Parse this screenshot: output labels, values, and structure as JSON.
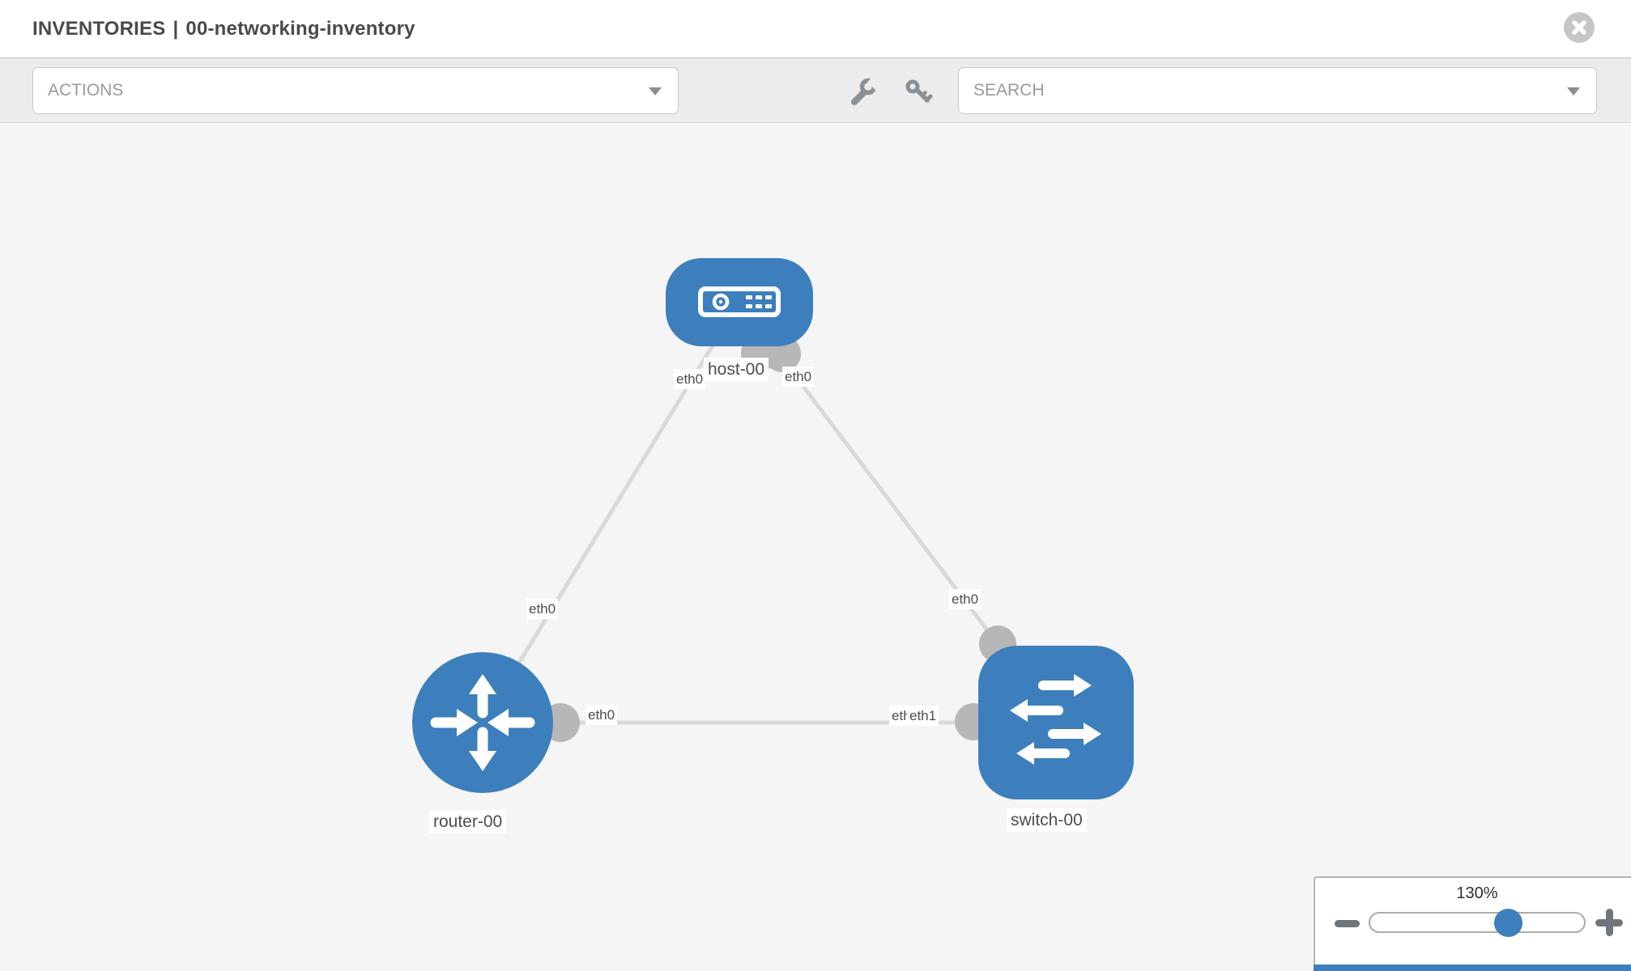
{
  "header": {
    "section": "INVENTORIES",
    "separator": "|",
    "inventory_name": "00-networking-inventory"
  },
  "toolbar": {
    "actions_label": "ACTIONS",
    "search_label": "SEARCH",
    "icons": [
      "wrench-icon",
      "key-icon"
    ]
  },
  "graph": {
    "nodes": [
      {
        "id": "host-00",
        "type": "host",
        "label": "host-00"
      },
      {
        "id": "router-00",
        "type": "router",
        "label": "router-00"
      },
      {
        "id": "switch-00",
        "type": "switch",
        "label": "switch-00"
      }
    ],
    "links": [
      {
        "source": "host-00",
        "target": "router-00",
        "source_interface": "eth0",
        "target_interface": "eth0"
      },
      {
        "source": "host-00",
        "target": "switch-00",
        "source_interface": "eth0",
        "target_interface": "eth0"
      },
      {
        "source": "router-00",
        "target": "switch-00",
        "source_interface": "eth0",
        "target_interface": "eth1"
      }
    ],
    "interface_labels": [
      {
        "id": "host-left",
        "text": "eth0"
      },
      {
        "id": "host-right",
        "text": "eth0"
      },
      {
        "id": "router-link-mid",
        "text": "eth0"
      },
      {
        "id": "switch-link-upper",
        "text": "eth0"
      },
      {
        "id": "bottom-near-router",
        "text": "eth0"
      },
      {
        "id": "bottom-near-switch-back",
        "text": "eth0"
      },
      {
        "id": "bottom-near-switch-front",
        "text": "eth1"
      }
    ]
  },
  "zoom": {
    "level": "130%"
  },
  "colors": {
    "node_blue": "#3d7fbc",
    "edge_gray": "#d9d9d9",
    "connector_gray": "#b7b7b7",
    "toolbar_bg": "#ececec",
    "canvas_bg": "#f5f5f5"
  }
}
